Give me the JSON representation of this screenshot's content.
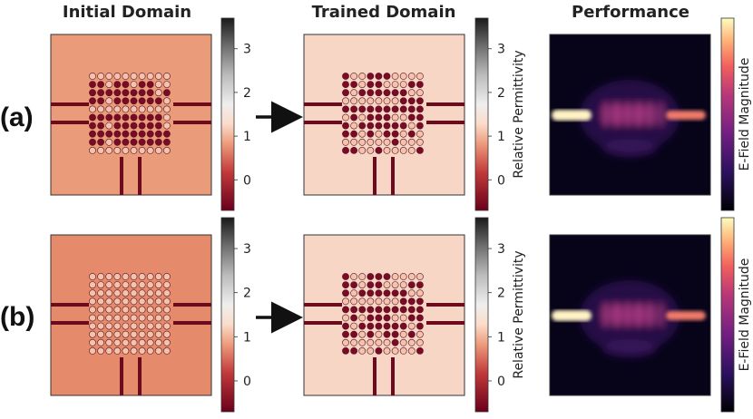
{
  "headers": {
    "initial": "Initial Domain",
    "trained": "Trained Domain",
    "performance": "Performance"
  },
  "row_labels": [
    "(a)",
    "(b)"
  ],
  "colorbar": {
    "permittivity_ticks": [
      "0",
      "1",
      "2",
      "3"
    ],
    "permittivity_label": "Relative Permittivity",
    "field_label": "E-Field Magnitude"
  },
  "colors": {
    "wall": "#6e0a1e",
    "initial_bg_a": "#e99b7a",
    "initial_bg_b": "#e58a6a",
    "trained_bg": "#f8d6c6",
    "rod_dark": "#7a0b25",
    "rod_light": "#f3c3ad",
    "field_bg": "#07041a",
    "field_hot": "#fff3c4",
    "field_mid": "#e8507a",
    "field_low": "#6a2a8a"
  },
  "rods": {
    "a_initial": [
      "0000000000",
      "1101101100",
      "1111111101",
      "1101111110",
      "0000000000",
      "1111111110",
      "1101111110",
      "1111111111",
      "1101111111",
      "0000000000"
    ],
    "trained": [
      "1001110000",
      "1101100011",
      "1011111100",
      "0000000111",
      "1111111111",
      "0101110011",
      "1011111101",
      "1101011010",
      "0000001000",
      "1100100001"
    ]
  }
}
